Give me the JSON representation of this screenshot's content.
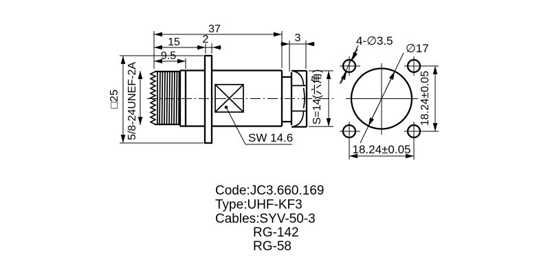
{
  "drawing": {
    "side_view": {
      "d37": "37",
      "d15": "15",
      "d2": "2",
      "d95": "9.5",
      "d3": "3",
      "square25": "□25",
      "thread": "5/8-24UNEF-2A",
      "hex": "S=14(六角)",
      "wrench": "SW 14.6"
    },
    "front_view": {
      "holes": "4-∅3.5",
      "dia": "∅17",
      "pitch_h": "18.24±0.05",
      "pitch_v": "18.24±0.05"
    }
  },
  "info_block": {
    "code": "Code:JC3.660.169",
    "type": "Type:UHF-KF3",
    "cables": "Cables:SYV-50-3",
    "cable2": "RG-142",
    "cable3": "RG-58"
  },
  "colors": {
    "line": "#000000",
    "background": "#ffffff"
  }
}
